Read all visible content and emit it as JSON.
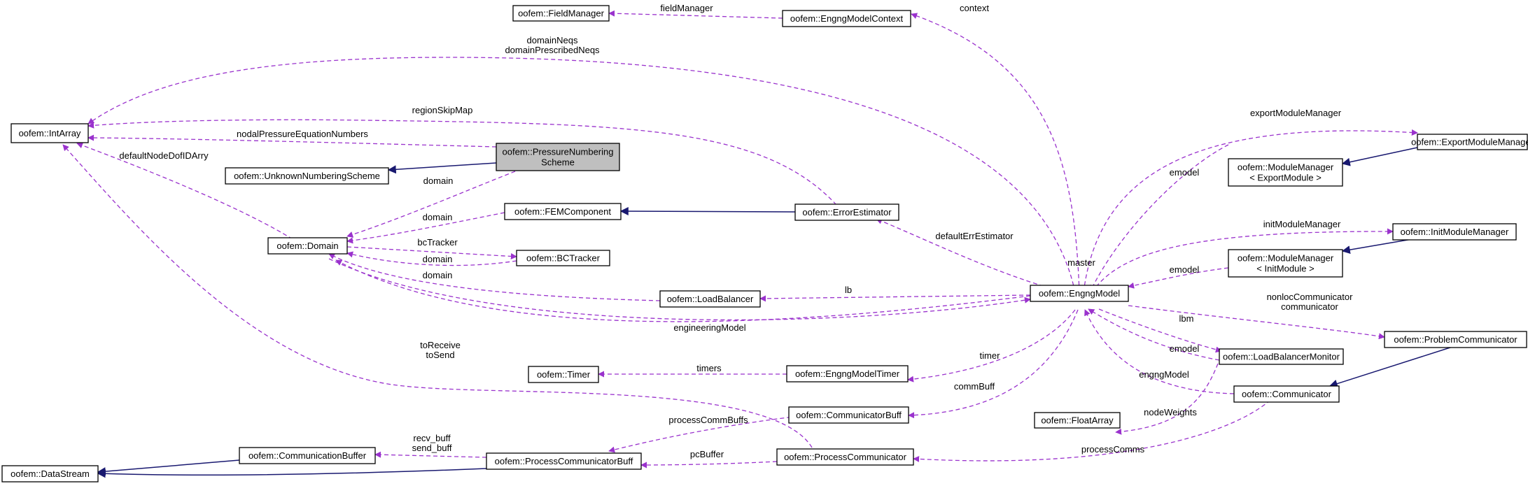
{
  "nodes": [
    {
      "id": "intarray",
      "lines": [
        "oofem::IntArray"
      ]
    },
    {
      "id": "fieldmanager",
      "lines": [
        "oofem::FieldManager"
      ]
    },
    {
      "id": "engngmodelcontext",
      "lines": [
        "oofem::EngngModelContext"
      ]
    },
    {
      "id": "pressurenumbering",
      "lines": [
        "oofem::PressureNumbering",
        "Scheme"
      ]
    },
    {
      "id": "unknownnumbering",
      "lines": [
        "oofem::UnknownNumberingScheme"
      ]
    },
    {
      "id": "domain",
      "lines": [
        "oofem::Domain"
      ]
    },
    {
      "id": "femcomponent",
      "lines": [
        "oofem::FEMComponent"
      ]
    },
    {
      "id": "errorestimator",
      "lines": [
        "oofem::ErrorEstimator"
      ]
    },
    {
      "id": "bctracker",
      "lines": [
        "oofem::BCTracker"
      ]
    },
    {
      "id": "loadbalancer",
      "lines": [
        "oofem::LoadBalancer"
      ]
    },
    {
      "id": "engngmodel",
      "lines": [
        "oofem::EngngModel"
      ]
    },
    {
      "id": "exportmodulemanager",
      "lines": [
        "oofem::ExportModuleManager"
      ]
    },
    {
      "id": "modulemanagerexport",
      "lines": [
        "oofem::ModuleManager",
        "< ExportModule >"
      ]
    },
    {
      "id": "initmodulemanager",
      "lines": [
        "oofem::InitModuleManager"
      ]
    },
    {
      "id": "modulemanagerinit",
      "lines": [
        "oofem::ModuleManager",
        "< InitModule >"
      ]
    },
    {
      "id": "problemcommunicator",
      "lines": [
        "oofem::ProblemCommunicator"
      ]
    },
    {
      "id": "loadbalancermonitor",
      "lines": [
        "oofem::LoadBalancerMonitor"
      ]
    },
    {
      "id": "communicator",
      "lines": [
        "oofem::Communicator"
      ]
    },
    {
      "id": "timer",
      "lines": [
        "oofem::Timer"
      ]
    },
    {
      "id": "engngmodeltimer",
      "lines": [
        "oofem::EngngModelTimer"
      ]
    },
    {
      "id": "communicatorbuff",
      "lines": [
        "oofem::CommunicatorBuff"
      ]
    },
    {
      "id": "floatarray",
      "lines": [
        "oofem::FloatArray"
      ]
    },
    {
      "id": "communicationbuffer",
      "lines": [
        "oofem::CommunicationBuffer"
      ]
    },
    {
      "id": "datastream",
      "lines": [
        "oofem::DataStream"
      ]
    },
    {
      "id": "processcommunicatorbuff",
      "lines": [
        "oofem::ProcessCommunicatorBuff"
      ]
    },
    {
      "id": "processcommunicator",
      "lines": [
        "oofem::ProcessCommunicator"
      ]
    }
  ],
  "edge_labels": [
    {
      "id": "fieldManager",
      "lines": [
        "fieldManager"
      ]
    },
    {
      "id": "context",
      "lines": [
        "context"
      ]
    },
    {
      "id": "domainNeqs",
      "lines": [
        "domainNeqs",
        "domainPrescribedNeqs"
      ]
    },
    {
      "id": "regionSkipMap",
      "lines": [
        "regionSkipMap"
      ]
    },
    {
      "id": "nodalPressure",
      "lines": [
        "nodalPressureEquationNumbers"
      ]
    },
    {
      "id": "defaultNodeDofIDArry",
      "lines": [
        "defaultNodeDofIDArry"
      ]
    },
    {
      "id": "domain1",
      "lines": [
        "domain"
      ]
    },
    {
      "id": "domain2",
      "lines": [
        "domain"
      ]
    },
    {
      "id": "bcTracker",
      "lines": [
        "bcTracker"
      ]
    },
    {
      "id": "domain3",
      "lines": [
        "domain"
      ]
    },
    {
      "id": "domain4",
      "lines": [
        "domain"
      ]
    },
    {
      "id": "engineeringModel",
      "lines": [
        "engineeringModel"
      ]
    },
    {
      "id": "exportModuleManager",
      "lines": [
        "exportModuleManager"
      ]
    },
    {
      "id": "emodel1",
      "lines": [
        "emodel"
      ]
    },
    {
      "id": "defaultErrEstimator",
      "lines": [
        "defaultErrEstimator"
      ]
    },
    {
      "id": "initModuleManager",
      "lines": [
        "initModuleManager"
      ]
    },
    {
      "id": "master",
      "lines": [
        "master"
      ]
    },
    {
      "id": "emodel2",
      "lines": [
        "emodel"
      ]
    },
    {
      "id": "lb",
      "lines": [
        "lb"
      ]
    },
    {
      "id": "nonlocComm",
      "lines": [
        "nonlocCommunicator",
        "communicator"
      ]
    },
    {
      "id": "lbm",
      "lines": [
        "lbm"
      ]
    },
    {
      "id": "emodel3",
      "lines": [
        "emodel"
      ]
    },
    {
      "id": "toReceive",
      "lines": [
        "toReceive",
        "toSend"
      ]
    },
    {
      "id": "timer",
      "lines": [
        "timer"
      ]
    },
    {
      "id": "timers",
      "lines": [
        "timers"
      ]
    },
    {
      "id": "engngModel",
      "lines": [
        "engngModel"
      ]
    },
    {
      "id": "commBuff",
      "lines": [
        "commBuff"
      ]
    },
    {
      "id": "nodeWeights",
      "lines": [
        "nodeWeights"
      ]
    },
    {
      "id": "processCommBuffs",
      "lines": [
        "processCommBuffs"
      ]
    },
    {
      "id": "recvBuff",
      "lines": [
        "recv_buff",
        "send_buff"
      ]
    },
    {
      "id": "processComms",
      "lines": [
        "processComms"
      ]
    },
    {
      "id": "pcBuffer",
      "lines": [
        "pcBuffer"
      ]
    }
  ],
  "colors": {
    "usage_edge": "#9a32cd",
    "inheritance_edge": "#191970",
    "focus_node_fill": "#bfbfbf",
    "node_fill": "#ffffff",
    "node_border": "#000000"
  }
}
